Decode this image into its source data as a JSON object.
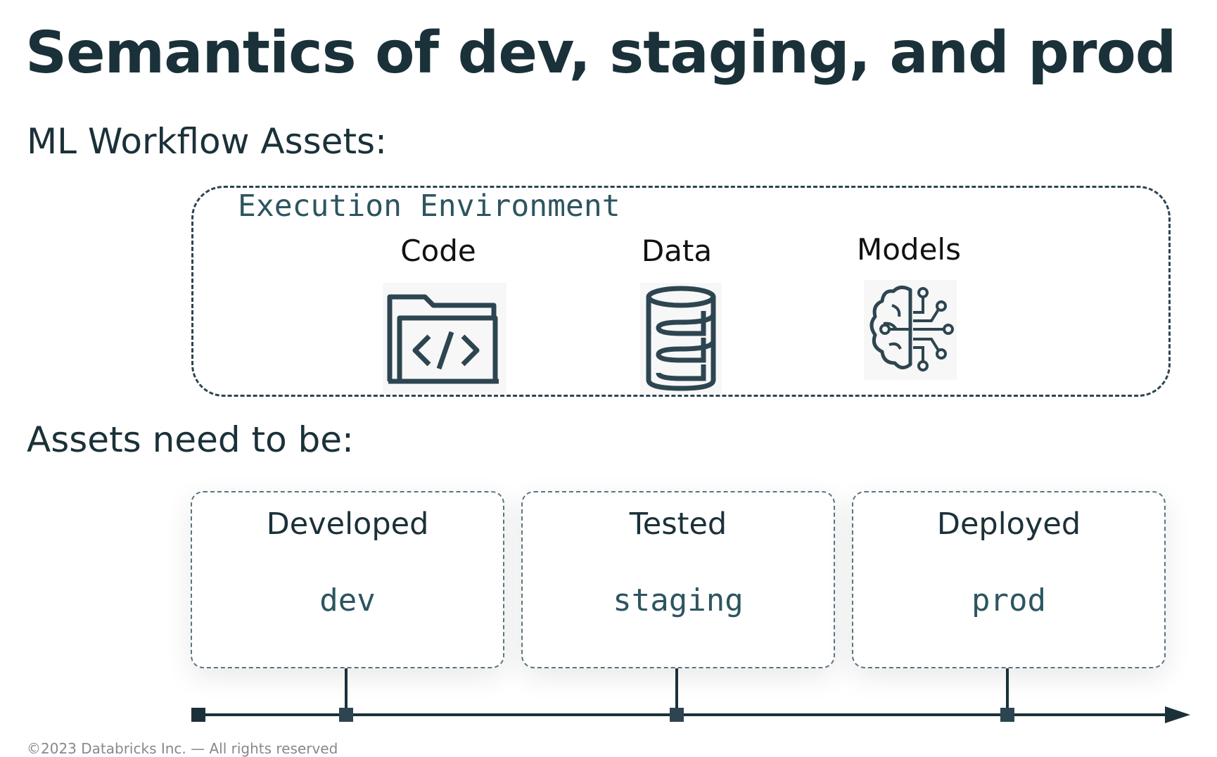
{
  "slide": {
    "title": "Semantics of dev, staging, and prod",
    "section_assets": "ML Workflow Assets:",
    "section_stages": "Assets need to be:",
    "execution_environment": {
      "label": "Execution Environment",
      "assets": [
        {
          "label": "Code",
          "icon": "code-folder-icon"
        },
        {
          "label": "Data",
          "icon": "database-icon"
        },
        {
          "label": "Models",
          "icon": "brain-circuit-icon"
        }
      ]
    },
    "stages": [
      {
        "name": "Developed",
        "env": "dev"
      },
      {
        "name": "Tested",
        "env": "staging"
      },
      {
        "name": "Deployed",
        "env": "prod"
      }
    ],
    "footer": "©2023 Databricks Inc. — All rights reserved"
  },
  "colors": {
    "ink": "#1b3139",
    "accent_teal": "#2d5560",
    "timeline": "#1b3139"
  }
}
